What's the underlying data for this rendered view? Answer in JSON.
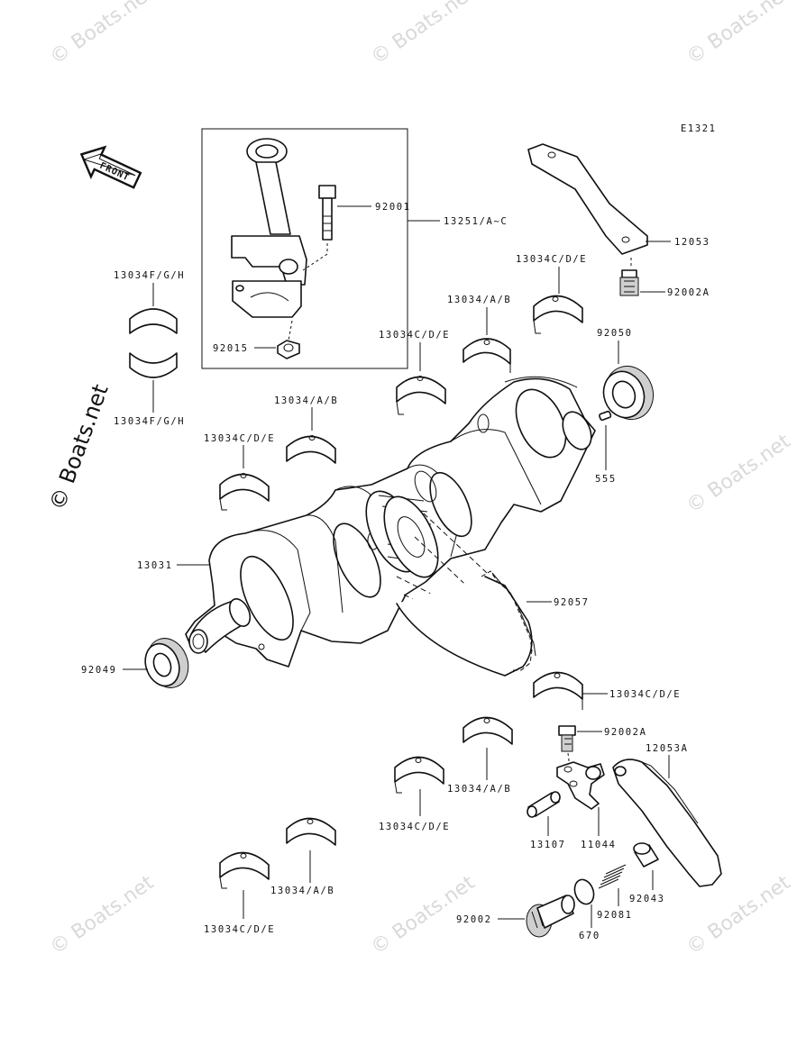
{
  "diagram_code": "E1321",
  "front_label": "FRONT",
  "watermark": "© Boats.net",
  "labels": {
    "p92001": "92001",
    "p13251": "13251/A~C",
    "p92015": "92015",
    "p13034fgh_top": "13034F/G/H",
    "p13034fgh_bot": "13034F/G/H",
    "p12053": "12053",
    "p13034cde_a": "13034C/D/E",
    "p92002a_top": "92002A",
    "p13034ab_a": "13034/A/B",
    "p13034cde_b": "13034C/D/E",
    "p92050": "92050",
    "p13034ab_b": "13034/A/B",
    "p13034cde_c": "13034C/D/E",
    "p555": "555",
    "p13031": "13031",
    "p92057": "92057",
    "p92049": "92049",
    "p13034cde_d": "13034C/D/E",
    "p92002a_bot": "92002A",
    "p12053a": "12053A",
    "p13034ab_c": "13034/A/B",
    "p13034cde_e": "13034C/D/E",
    "p13107": "13107",
    "p11044": "11044",
    "p13034ab_d": "13034/A/B",
    "p92043": "92043",
    "p92081": "92081",
    "p13034cde_f": "13034C/D/E",
    "p92002": "92002",
    "p670": "670"
  }
}
